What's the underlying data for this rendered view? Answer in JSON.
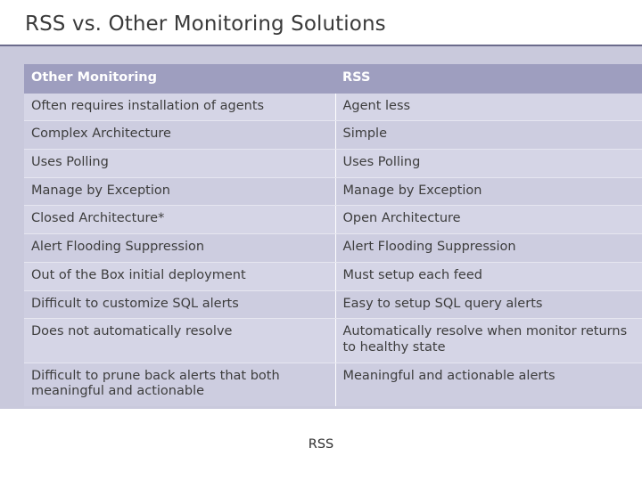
{
  "slide": {
    "title": "RSS vs. Other Monitoring Solutions",
    "footer": "RSS",
    "colors": {
      "band": "#c9c9dc",
      "header_row": "#9e9ebf",
      "rule": "#6b6b8c",
      "cell": "#d5d5e6",
      "title_text": "#3a3a3a"
    },
    "table": {
      "headers": [
        "Other Monitoring",
        "RSS"
      ],
      "rows": [
        [
          "Often requires installation of agents",
          "Agent less"
        ],
        [
          "Complex Architecture",
          "Simple"
        ],
        [
          "Uses Polling",
          "Uses Polling"
        ],
        [
          "Manage by Exception",
          "Manage by Exception"
        ],
        [
          "Closed Architecture*",
          "Open Architecture"
        ],
        [
          "Alert Flooding Suppression",
          "Alert Flooding Suppression"
        ],
        [
          "Out of the Box initial deployment",
          "Must setup each feed"
        ],
        [
          "Difficult to customize SQL alerts",
          "Easy to setup SQL query alerts"
        ],
        [
          "Does not automatically resolve",
          "Automatically resolve when monitor returns to healthy state"
        ],
        [
          "Difficult to prune back alerts that both meaningful and actionable",
          "Meaningful and actionable alerts"
        ]
      ]
    }
  }
}
